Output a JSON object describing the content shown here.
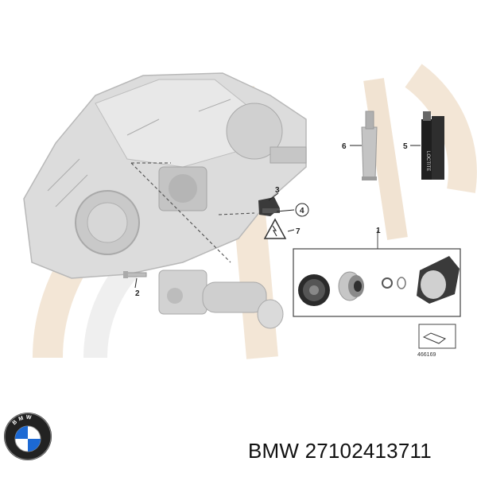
{
  "callouts": {
    "c1": "1",
    "c2": "2",
    "c3": "3",
    "c4": "4",
    "c5": "5",
    "c6": "6",
    "c7": "7"
  },
  "diagram_code": "466169",
  "footer": {
    "brand": "BMW",
    "part_number": "27102413711",
    "caption": "BMW 27102413711",
    "logo_letters": "BMW"
  },
  "colors": {
    "watermark": "#f3e6d6",
    "part_gray": "#cfcfcf",
    "dark_part": "#2a2a2a",
    "accent_blue": "#1c69d4"
  }
}
